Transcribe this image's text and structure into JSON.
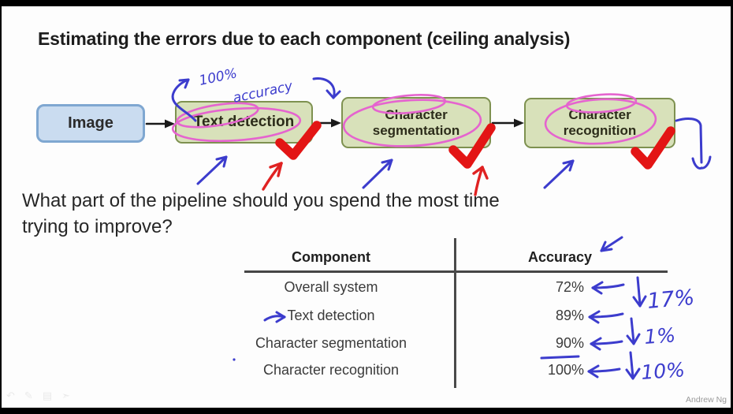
{
  "title": "Estimating the errors due to each component (ceiling analysis)",
  "pipeline": {
    "boxes": [
      {
        "label": "Image"
      },
      {
        "label": "Text detection"
      },
      {
        "label": "Character segmentation"
      },
      {
        "label": "Character recognition"
      }
    ]
  },
  "question": {
    "line1": "What part of the pipeline should you spend the most time",
    "line2": "trying to improve?"
  },
  "table": {
    "headers": {
      "component": "Component",
      "accuracy": "Accuracy"
    },
    "rows": [
      {
        "component": "Overall system",
        "accuracy": "72%"
      },
      {
        "component": "Text detection",
        "accuracy": "89%"
      },
      {
        "component": "Character segmentation",
        "accuracy": "90%"
      },
      {
        "component": "Character recognition",
        "accuracy": "100%"
      }
    ]
  },
  "annotations": {
    "top_note_line1": "100%",
    "top_note_line2": "accuracy",
    "deltas": [
      "17%",
      "1%",
      "10%"
    ]
  },
  "toolbar": {
    "icons": [
      {
        "name": "undo-icon",
        "glyph": "↶"
      },
      {
        "name": "pen-icon",
        "glyph": "✎"
      },
      {
        "name": "shapes-icon",
        "glyph": "▤"
      },
      {
        "name": "pointer-icon",
        "glyph": "➣"
      }
    ]
  },
  "watermark": "Andrew Ng",
  "colors": {
    "ink_blue": "#3c3ccd",
    "ink_red": "#e31515",
    "ink_pink": "#e564cf",
    "box_blue_fill": "#cadcf0",
    "box_green_fill": "#d8e1ba"
  }
}
